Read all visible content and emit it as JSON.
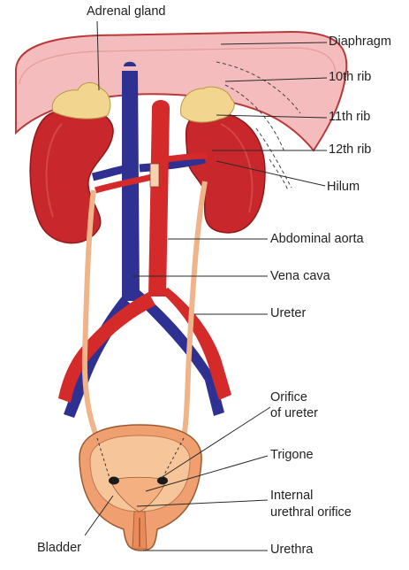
{
  "labels": {
    "adrenal_gland": "Adrenal gland",
    "diaphragm": "Diaphragm",
    "rib_10": "10th rib",
    "rib_11": "11th rib",
    "rib_12": "12th rib",
    "hilum": "Hilum",
    "abdominal_aorta": "Abdominal aorta",
    "vena_cava": "Vena cava",
    "ureter": "Ureter",
    "orifice_of_ureter": [
      "Orifice",
      "of ureter"
    ],
    "trigone": "Trigone",
    "internal_urethral_orifice": [
      "Internal",
      "urethral orifice"
    ],
    "bladder": "Bladder",
    "urethra": "Urethra"
  },
  "colors": {
    "diaphragm_fill": "#f3b8b8",
    "diaphragm_stroke": "#b83a3a",
    "kidney": "#c8282c",
    "kidney_dark": "#a51f22",
    "adrenal": "#f2d58f",
    "vein": "#2e3192",
    "artery": "#d42a2a",
    "ureter": "#f0b48a",
    "bladder": "#f0a070",
    "bladder_inner": "#f7c59a"
  }
}
